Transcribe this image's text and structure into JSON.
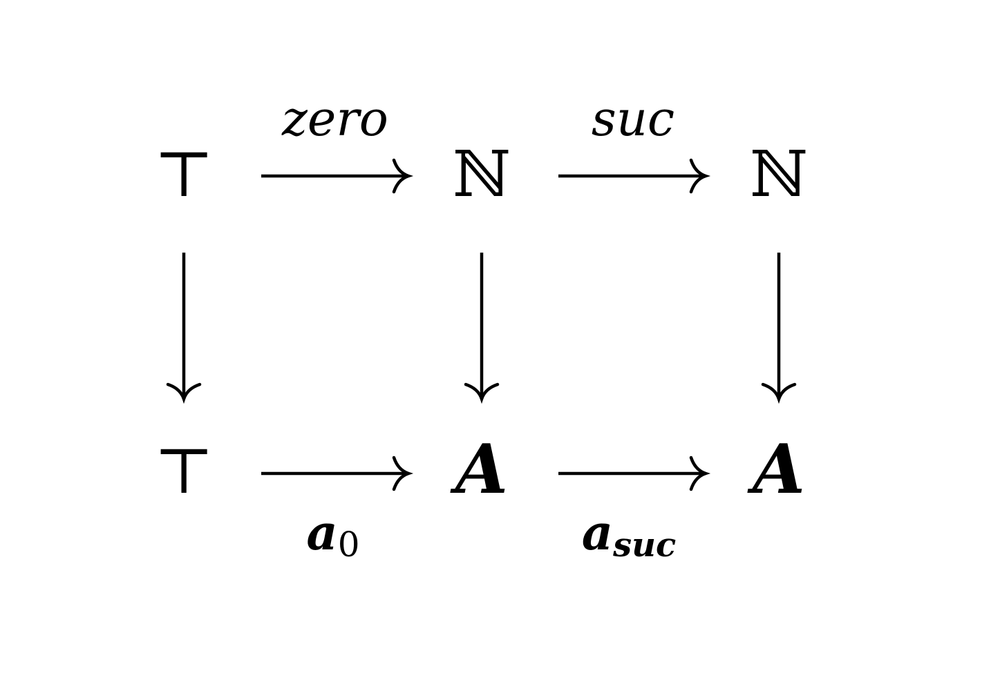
{
  "diagram": {
    "objects": {
      "top_left": "⊤",
      "top_middle": "ℕ",
      "top_right": "ℕ",
      "bottom_left": "⊤",
      "bottom_middle": "A",
      "bottom_right": "A"
    },
    "labels": {
      "top_left_arrow": "zero",
      "top_right_arrow": "suc",
      "bottom_left_arrow_base": "a",
      "bottom_left_arrow_sub": "0",
      "bottom_right_arrow_base": "a",
      "bottom_right_arrow_sub": "suc"
    }
  }
}
